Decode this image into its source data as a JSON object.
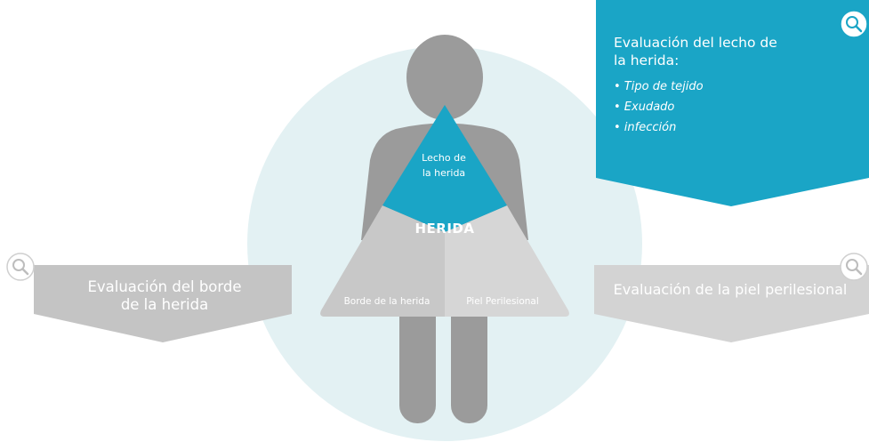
{
  "diagram": {
    "center_label": "HERIDA",
    "wound_bed_label": "Lecho de\nla herida",
    "wound_edge_label": "Borde de la herida",
    "periwound_label": "Piel Perilesional"
  },
  "callouts": {
    "wound_bed": {
      "title": "Evaluación del lecho de la herida:",
      "items": [
        "• Tipo de tejido",
        "• Exudado",
        "• infección"
      ],
      "color": "#1aa5c6",
      "icon": "magnifier-icon"
    },
    "wound_edge": {
      "title": "Evaluación del borde de la herida",
      "color": "#c4c4c4",
      "icon": "magnifier-icon"
    },
    "periwound": {
      "title": "Evaluación de la piel perilesional",
      "color": "#d3d3d3",
      "icon": "magnifier-icon"
    }
  },
  "colors": {
    "background_circle": "#e2f0f2",
    "figure": "#9b9b9b",
    "wound_bed": "#1aa5c6",
    "wound_edge": "#c8c8c8",
    "periwound": "#d5d5d5"
  }
}
